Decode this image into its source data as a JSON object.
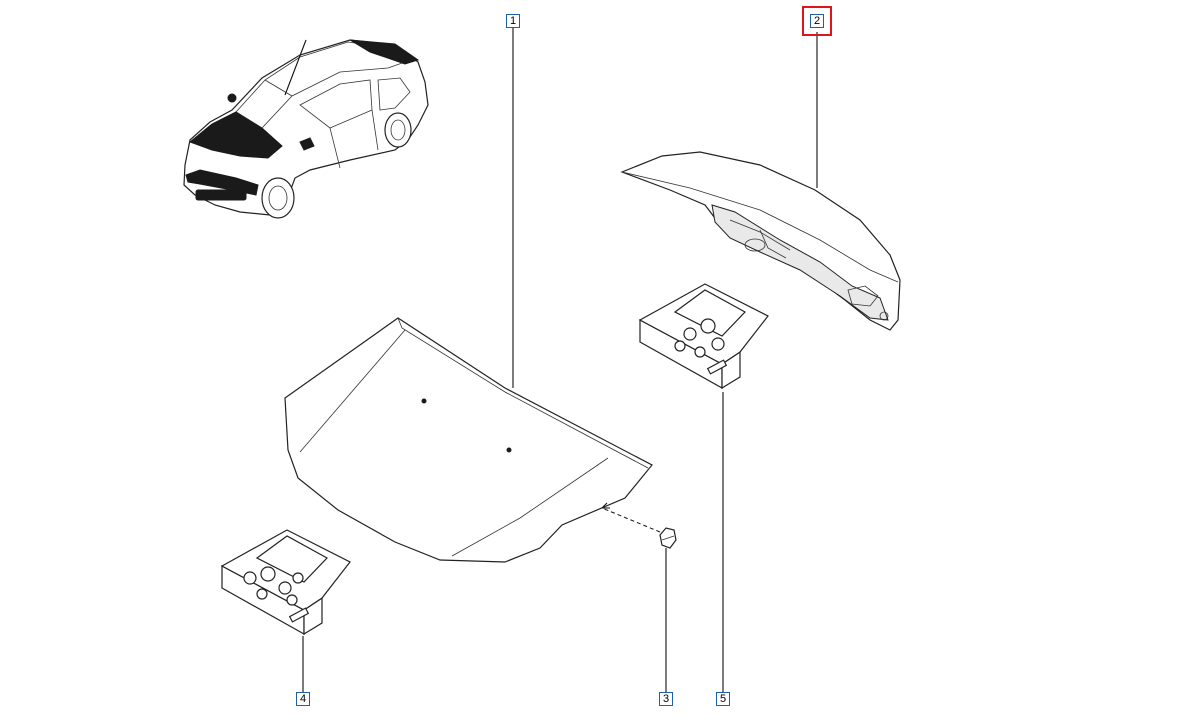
{
  "diagram": {
    "callouts": [
      {
        "id": "1",
        "selected": false
      },
      {
        "id": "2",
        "selected": true
      },
      {
        "id": "3",
        "selected": false
      },
      {
        "id": "4",
        "selected": false
      },
      {
        "id": "5",
        "selected": false
      }
    ],
    "colors": {
      "callout_border": "#1f5fa8",
      "selection_highlight": "#e0141b",
      "line": "#222222",
      "background": "#ffffff"
    }
  }
}
